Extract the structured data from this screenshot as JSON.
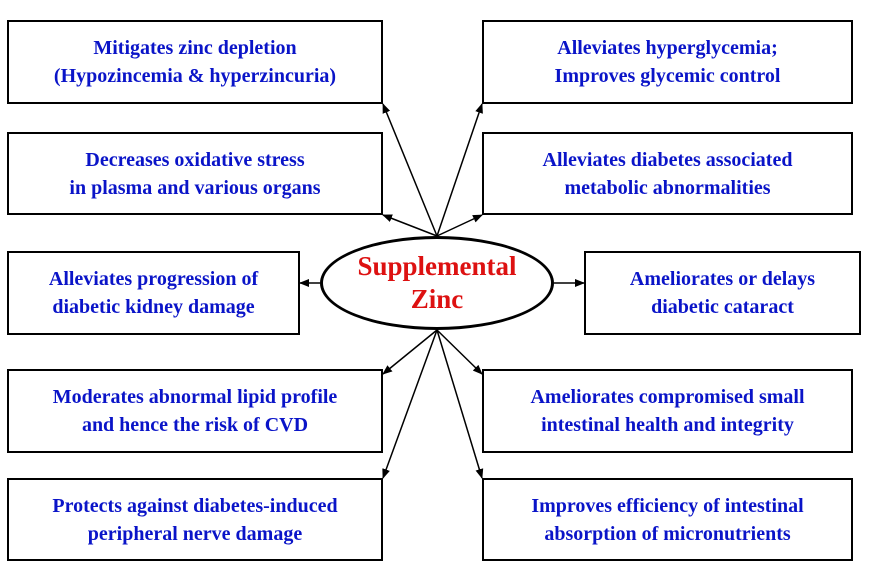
{
  "center": {
    "line1": "Supplemental",
    "line2": "Zinc"
  },
  "colors": {
    "box_text": "#0a14c8",
    "center_text": "#dd1111",
    "lines": "#000000"
  },
  "boxes": {
    "left": [
      {
        "line1": "Mitigates zinc depletion",
        "line2": "(Hypozincemia & hyperzincuria)"
      },
      {
        "line1": "Decreases oxidative stress",
        "line2": "in plasma and various organs"
      },
      {
        "line1": "Alleviates progression of",
        "line2": "diabetic kidney damage"
      },
      {
        "line1": "Moderates abnormal lipid profile",
        "line2": "and hence the risk of CVD"
      },
      {
        "line1": "Protects against diabetes-induced",
        "line2": "peripheral nerve damage"
      }
    ],
    "right": [
      {
        "line1": "Alleviates hyperglycemia;",
        "line2": "Improves glycemic control"
      },
      {
        "line1": "Alleviates diabetes associated",
        "line2": "metabolic abnormalities"
      },
      {
        "line1": "Ameliorates or delays",
        "line2": "diabetic cataract"
      },
      {
        "line1": "Ameliorates compromised small",
        "line2": "intestinal health and integrity"
      },
      {
        "line1": "Improves efficiency of intestinal",
        "line2": "absorption of micronutrients"
      }
    ]
  }
}
